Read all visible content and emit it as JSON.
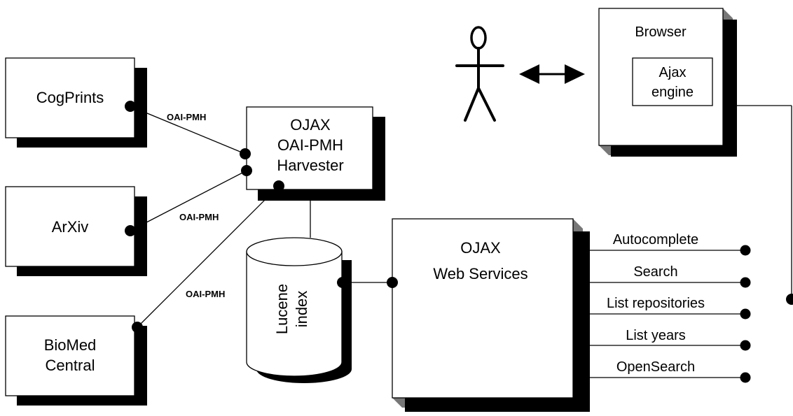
{
  "sources": [
    {
      "label_lines": [
        "CogPrints"
      ]
    },
    {
      "label_lines": [
        "ArXiv"
      ]
    },
    {
      "label_lines": [
        "BioMed",
        "Central"
      ]
    }
  ],
  "protocol_labels": [
    "OAI-PMH",
    "OAI-PMH",
    "OAI-PMH"
  ],
  "harvester": {
    "lines": [
      "OJAX",
      "OAI-PMH",
      "Harvester"
    ]
  },
  "index": {
    "lines": [
      "Lucene",
      "index"
    ]
  },
  "web_services": {
    "lines": [
      "OJAX",
      "Web Services"
    ]
  },
  "services": [
    "Autocomplete",
    "Search",
    "List repositories",
    "List years",
    "OpenSearch"
  ],
  "browser": {
    "title": "Browser",
    "inner_lines": [
      "Ajax",
      "engine"
    ]
  },
  "colors": {
    "ink": "#000000",
    "shadow": "#000000",
    "paper": "#ffffff"
  }
}
